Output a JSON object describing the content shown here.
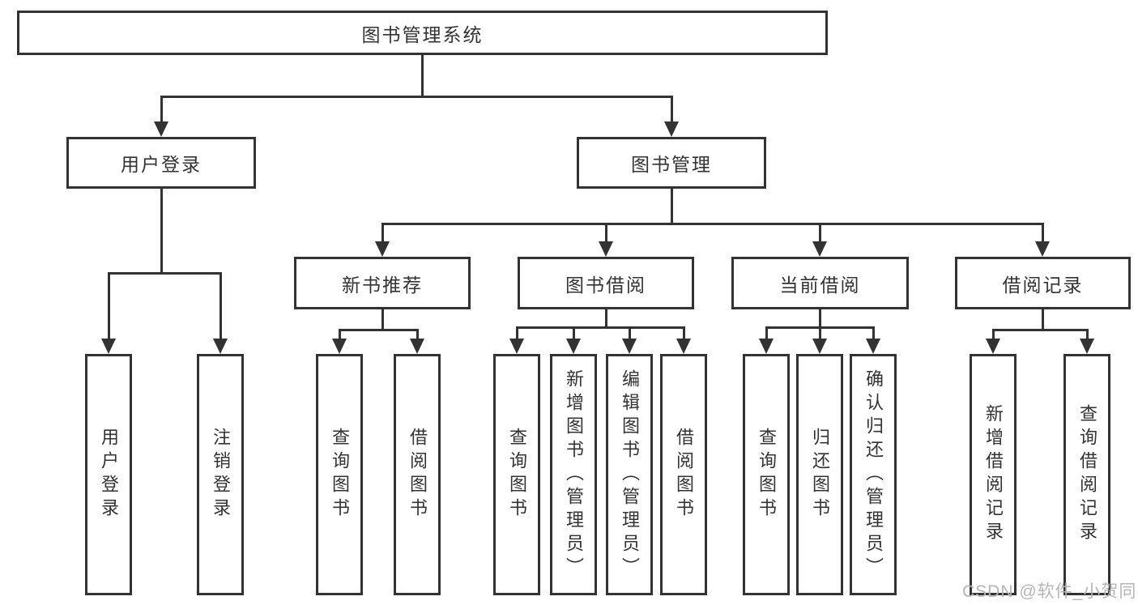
{
  "tree": {
    "root": {
      "label": "图书管理系统"
    },
    "branches": [
      {
        "label": "用户登录",
        "leaves": [
          {
            "label": "用户登录"
          },
          {
            "label": "注销登录"
          }
        ]
      },
      {
        "label": "图书管理",
        "groups": [
          {
            "label": "新书推荐",
            "leaves": [
              {
                "label": "查询图书"
              },
              {
                "label": "借阅图书"
              }
            ]
          },
          {
            "label": "图书借阅",
            "leaves": [
              {
                "label": "查询图书"
              },
              {
                "label": "新增图书（管理员）"
              },
              {
                "label": "编辑图书（管理员）"
              },
              {
                "label": "借阅图书"
              }
            ]
          },
          {
            "label": "当前借阅",
            "leaves": [
              {
                "label": "查询图书"
              },
              {
                "label": "归还图书"
              },
              {
                "label": "确认归还（管理员）"
              }
            ]
          },
          {
            "label": "借阅记录",
            "leaves": [
              {
                "label": "新增借阅记录"
              },
              {
                "label": "查询借阅记录"
              }
            ]
          }
        ]
      }
    ]
  },
  "watermark": {
    "text": "CSDN @软件_小贺同学"
  },
  "colors": {
    "line": "#333333",
    "text": "#333333",
    "watermark": "#b5b5b5",
    "background": "#ffffff"
  }
}
